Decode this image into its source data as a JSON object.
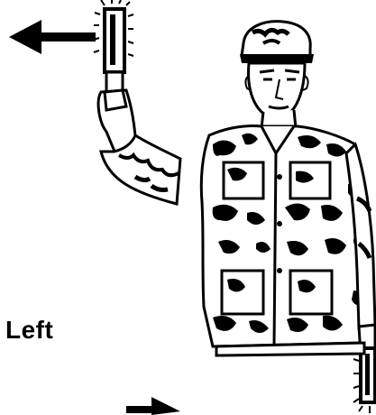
{
  "caption": {
    "text": "Left"
  },
  "figure": {
    "subject": "signalman-with-wands",
    "uniform": "camouflage",
    "palette": {
      "ink": "#000000",
      "paper": "#ffffff"
    },
    "arrows": [
      {
        "name": "arrow-upper",
        "points": "left"
      },
      {
        "name": "arrow-lower",
        "points": "right"
      }
    ]
  }
}
